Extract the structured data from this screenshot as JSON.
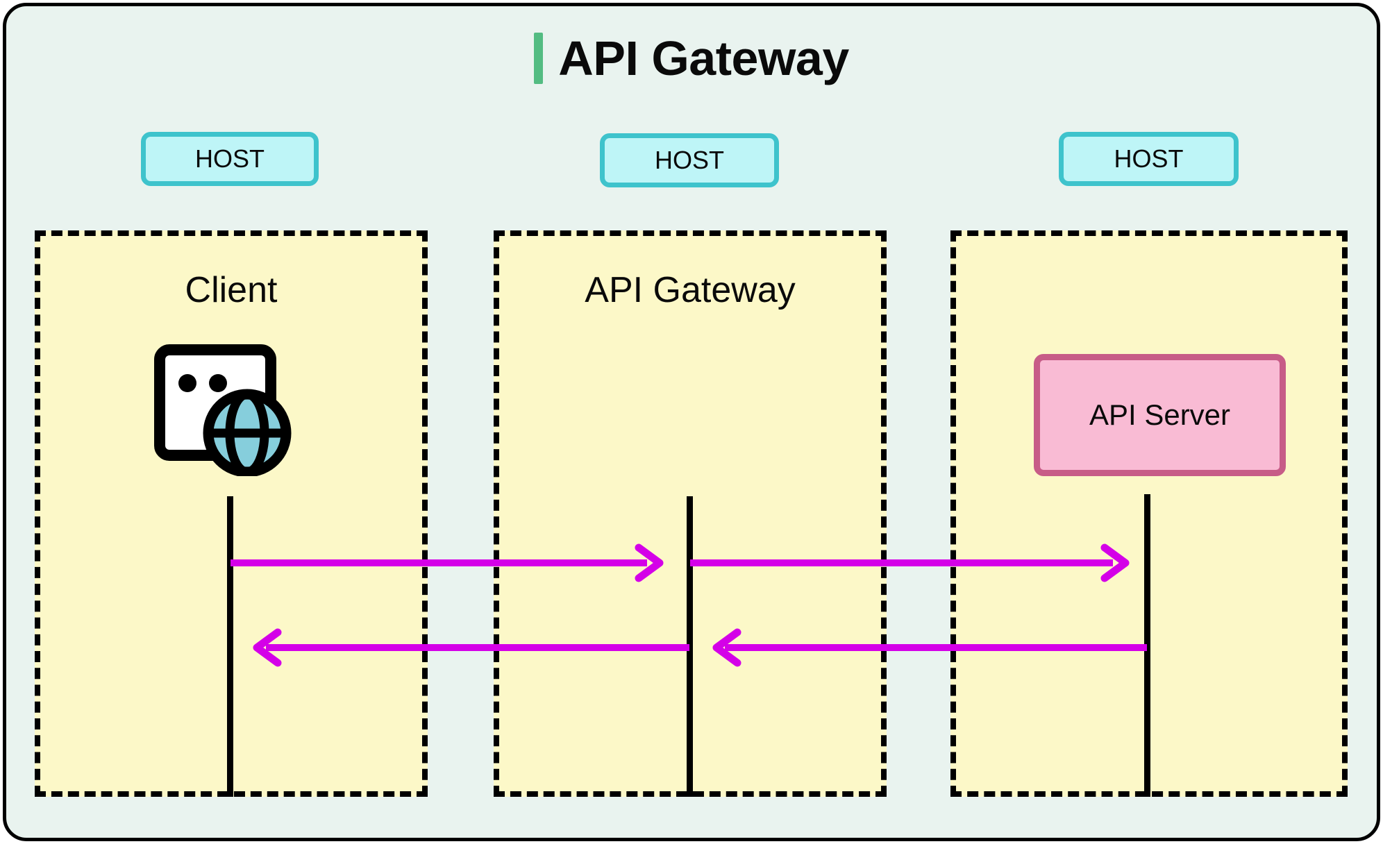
{
  "diagram": {
    "title": "API Gateway",
    "accent_color": "#53BC82",
    "background_color": "#E9F3EF",
    "frame_border_color": "#000000"
  },
  "columns": [
    {
      "id": "client",
      "host_label": "HOST",
      "title": "Client",
      "icon": "browser-globe-icon",
      "fill": "#FCF8C8",
      "border": "#000000"
    },
    {
      "id": "api-gateway",
      "host_label": "HOST",
      "title": "API Gateway",
      "fill": "#FCF8C8",
      "border": "#000000"
    },
    {
      "id": "api-server",
      "host_label": "HOST",
      "title": "",
      "node_label": "API Server",
      "node_fill": "#F9BBD4",
      "node_border": "#C75C87",
      "fill": "#FCF8C8",
      "border": "#000000"
    }
  ],
  "host_badge": {
    "fill": "#BEF5F7",
    "border": "#3EC3CC",
    "text_color": "#0a0a0a"
  },
  "messages": [
    {
      "id": "request-client-to-gateway",
      "direction": "right",
      "from": "client",
      "to": "api-gateway",
      "label": "",
      "color": "#D400E8"
    },
    {
      "id": "request-gateway-to-server",
      "direction": "right",
      "from": "api-gateway",
      "to": "api-server",
      "label": "",
      "color": "#D400E8"
    },
    {
      "id": "response-server-to-gateway",
      "direction": "left",
      "from": "api-server",
      "to": "api-gateway",
      "label": "",
      "color": "#D400E8"
    },
    {
      "id": "response-gateway-to-client",
      "direction": "left",
      "from": "api-gateway",
      "to": "client",
      "label": "",
      "color": "#D400E8"
    }
  ]
}
